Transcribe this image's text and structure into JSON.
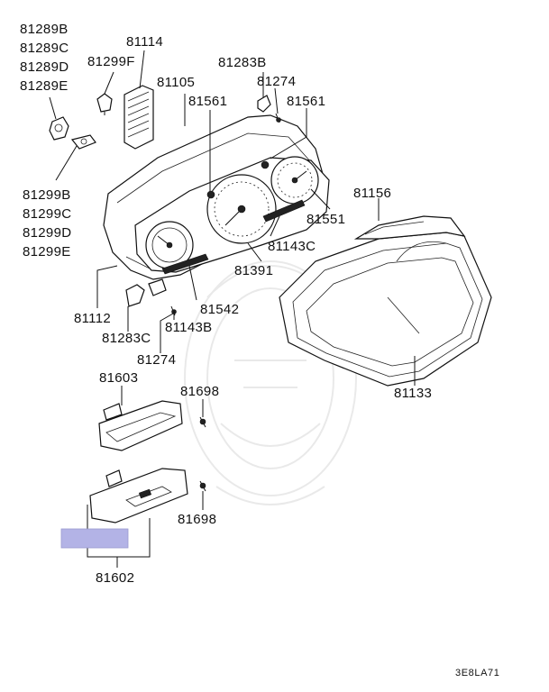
{
  "labels": {
    "p81289B": "81289B",
    "p81289C": "81289C",
    "p81289D": "81289D",
    "p81289E": "81289E",
    "p81114": "81114",
    "p81299F": "81299F",
    "p81105": "81105",
    "p81283B": "81283B",
    "p81274_top": "81274",
    "p81561_a": "81561",
    "p81561_b": "81561",
    "p81299B": "81299B",
    "p81299C": "81299C",
    "p81299D": "81299D",
    "p81299E": "81299E",
    "p81156": "81156",
    "p81551": "81551",
    "p81143C": "81143C",
    "p81391": "81391",
    "p81542": "81542",
    "p81112": "81112",
    "p81143B": "81143B",
    "p81283C": "81283C",
    "p81274_bot": "81274",
    "p81133": "81133",
    "p81603": "81603",
    "p81698_a": "81698",
    "p81698_b": "81698",
    "p81602": "81602"
  },
  "diagram_code": "3E8LA71",
  "highlight_color": "#b3b3e6"
}
